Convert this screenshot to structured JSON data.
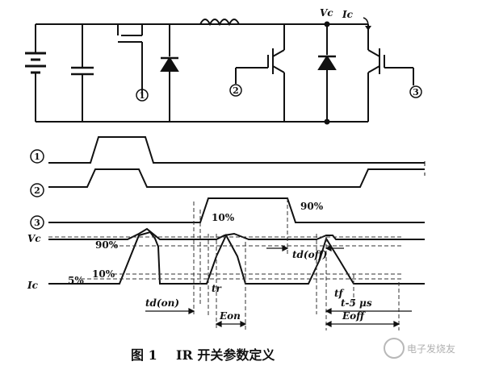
{
  "circuit": {
    "markers": [
      "1",
      "2",
      "3"
    ],
    "node_labels": {
      "voltage": "Vc",
      "current": "Ic"
    }
  },
  "waveforms": {
    "rows": [
      "1",
      "2",
      "3"
    ],
    "percent_labels": {
      "p90_top": "90%",
      "p10_top": "10%",
      "p90_left": "90%",
      "p10_left": "10%",
      "p5": "5%"
    },
    "axis_labels": {
      "vc": "Vc",
      "ic": "Ic"
    },
    "timing_labels": {
      "td_on": "td(on)",
      "tr": "tr",
      "e_on": "Eon",
      "td_off": "td(off)",
      "tf": "tf",
      "t5us": "t-5 μs",
      "e_off": "Eoff"
    }
  },
  "caption": {
    "figure": "图 1",
    "text": "IR 开关参数定义"
  },
  "watermark": {
    "text": "电子发烧友",
    "colors": {
      "mark": "#b8b8b8"
    }
  }
}
